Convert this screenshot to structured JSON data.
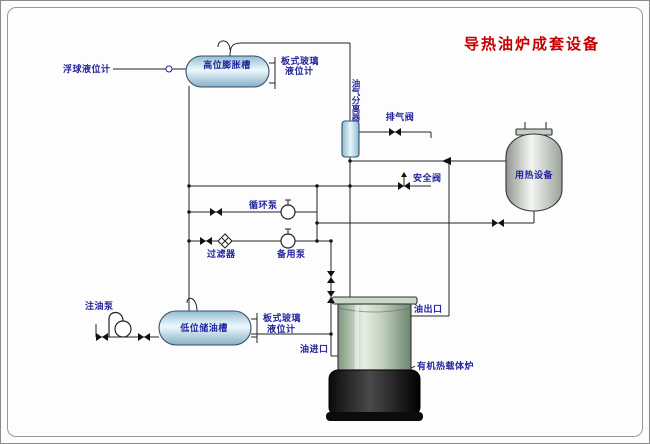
{
  "title": "导热油炉成套设备",
  "colors": {
    "title_red": "#c40000",
    "label_blue": "#24249c",
    "pipe": "#222222",
    "vessel_blue": "#bfe0ee",
    "furnace_metal": "#c9d6c4",
    "furnace_base": "#111111"
  },
  "labels": {
    "float_gauge": "浮球液位计",
    "expansion_tank": "高位膨胀槽",
    "glass_gauge_top_line1": "板式玻璃",
    "glass_gauge_top_line2": "液位计",
    "separator": "油气分离器",
    "exhaust_valve": "排气阀",
    "heat_equipment": "用热设备",
    "safety_valve": "安全阀",
    "circulation_pump": "循环泵",
    "filter": "过滤器",
    "standby_pump": "备用泵",
    "injection_pump": "注油泵",
    "storage_tank": "低位储油槽",
    "glass_gauge_bottom_line1": "板式玻璃",
    "glass_gauge_bottom_line2": "液位计",
    "oil_outlet": "油出口",
    "oil_inlet": "油进口",
    "furnace": "有机热载体炉"
  }
}
